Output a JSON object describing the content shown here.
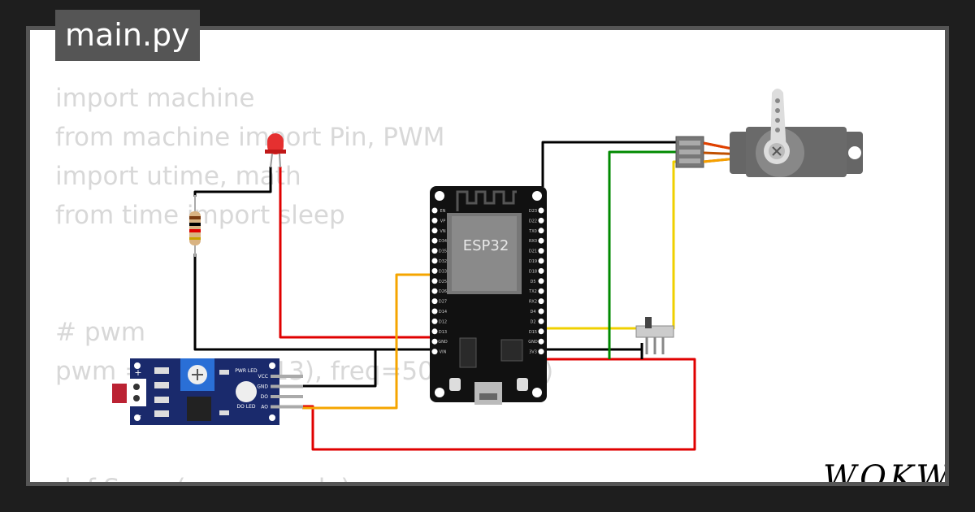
{
  "file_tab": {
    "title": "main.py"
  },
  "code_lines": [
    {
      "text": "import machine"
    },
    {
      "text": "from machine import Pin, PWM"
    },
    {
      "text": "import utime, math"
    },
    {
      "text": "from time import sleep"
    },
    {
      "text": ""
    },
    {
      "text": ""
    },
    {
      "text": "# pwm"
    },
    {
      "text": "pwm = PWM(Pin(13), freq=50, duty=0)"
    },
    {
      "text": ""
    },
    {
      "text": ""
    },
    {
      "text": "def Servo(servo, angle):"
    }
  ],
  "esp32": {
    "label": "ESP32",
    "left_pins": [
      "EN",
      "VP",
      "VN",
      "D34",
      "D35",
      "D32",
      "D33",
      "D25",
      "D26",
      "D27",
      "D14",
      "D12",
      "D13",
      "GND",
      "VIN"
    ],
    "right_pins": [
      "D23",
      "D22",
      "TX0",
      "RX0",
      "D21",
      "D19",
      "D18",
      "D5",
      "TX2",
      "RX2",
      "D4",
      "D2",
      "D15",
      "GND",
      "3V3"
    ]
  },
  "sensor_module": {
    "pins": [
      "VCC",
      "GND",
      "DO",
      "AO"
    ],
    "led_labels": [
      "PWR LED",
      "DO LED"
    ],
    "polarity": [
      "+",
      "−"
    ]
  },
  "brand": {
    "logo": "WOKWI"
  },
  "colors": {
    "wire_black": "#000000",
    "wire_red": "#e00000",
    "wire_orange": "#f5a500",
    "wire_yellow": "#f0d000",
    "wire_green": "#008a00",
    "board": "#111111",
    "sensor_board": "#1a2a6c",
    "potentiometer": "#2a6fd6",
    "servo": "#606060"
  }
}
